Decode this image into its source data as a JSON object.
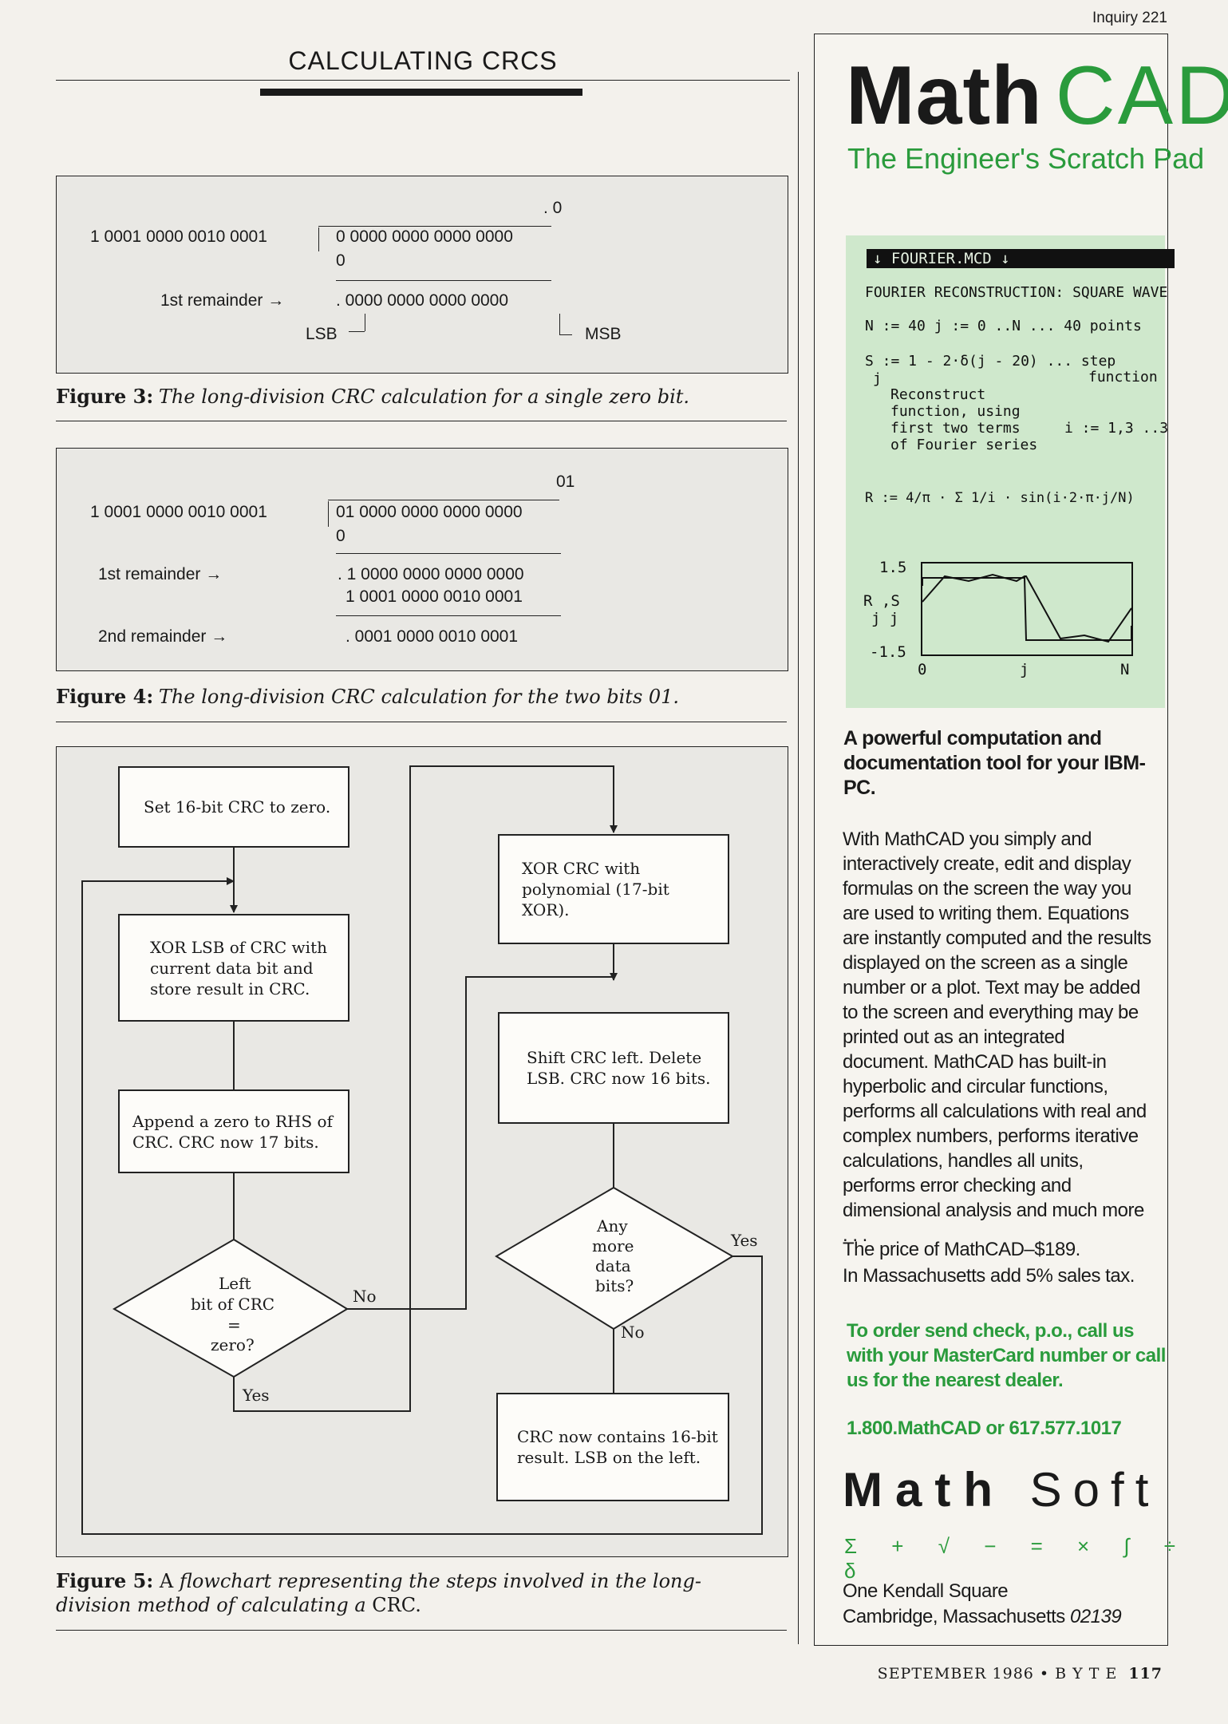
{
  "header": {
    "inquiry": "Inquiry 221",
    "title": "CALCULATING CRCS"
  },
  "fig3": {
    "quotient": ". 0",
    "divisor": "1 0001 0000 0010 0001",
    "dividend": "0 0000 0000 0000 0000",
    "sub": "0",
    "remainder_label": "1st remainder →",
    "remainder": ". 0000 0000 0000 0000",
    "lsb": "LSB",
    "msb": "MSB",
    "caption_label": "Figure 3:",
    "caption_text": "The long-division CRC calculation for a single zero bit."
  },
  "fig4": {
    "quotient": "01",
    "divisor": "1 0001 0000 0010 0001",
    "dividend": "01 0000 0000 0000 0000",
    "sub": "0",
    "rem1_label": "1st remainder →",
    "rem1": ". 1 0000 0000 0000 0000",
    "rem1_sub": "1 0001 0000 0010 0001",
    "rem2_label": "2nd remainder →",
    "rem2": ". 0001 0000 0010 0001",
    "caption_label": "Figure 4:",
    "caption_text": "The long-division CRC calculation for the two bits 01."
  },
  "fig5": {
    "box1": "Set 16-bit CRC to zero.",
    "box2": "XOR LSB of CRC with current data bit and store result in CRC.",
    "box3": "Append a zero to RHS of CRC. CRC now 17 bits.",
    "diamond1_l1": "Left",
    "diamond1_l2": "bit of CRC",
    "diamond1_l3": "=",
    "diamond1_l4": "zero?",
    "no1": "No",
    "yes1": "Yes",
    "box4": "XOR CRC with polynomial (17-bit XOR).",
    "box5": "Shift CRC left. Delete LSB. CRC now 16 bits.",
    "diamond2_l1": "Any",
    "diamond2_l2": "more",
    "diamond2_l3": "data",
    "diamond2_l4": "bits?",
    "yes2": "Yes",
    "no2": "No",
    "box6": "CRC now contains 16-bit result. LSB on the left.",
    "caption_label": "Figure 5:",
    "caption_a": "A",
    "caption_text": "flowchart representing the steps involved in the long-division method of calculating a",
    "caption_b": "CRC."
  },
  "ad": {
    "brand_a": "Math",
    "brand_b": "CAD",
    "tagline": "The Engineer's Scratch Pad",
    "screen": {
      "title": "↓ FOURIER.MCD ↓",
      "line1": "FOURIER RECONSTRUCTION: SQUARE WAVE",
      "line2": "N := 40   j := 0 ..N   ... 40 points",
      "line3": "S  := 1 - 2·δ(j - 20)  ... step",
      "line3_sub": "j",
      "line3b": "function",
      "note1": "Reconstruct",
      "note2": "function, using",
      "note3": "first two terms",
      "note4": "of Fourier series",
      "irange": "i := 1,3 ..3",
      "formula": "R  := 4/π · Σ 1/i · sin(i·2·π·j/N)",
      "ymax": "1.5",
      "ymin": "-1.5",
      "ylabel": "R ,S",
      "ylabel_sub": "j  j",
      "x0": "0",
      "xj": "j",
      "xN": "N",
      "plot_color": "#111111"
    },
    "headline": "A powerful computation and documentation tool for your IBM-PC.",
    "body": "With MathCAD you simply and interactively create, edit and display formulas on the screen the way you are used to writing them. Equations are instantly computed and the results displayed on the screen as a single number or a plot. Text may be added to the screen and everything may be printed out as an integrated document. MathCAD has built-in hyperbolic and circular functions, performs all calculations with real and complex numbers, performs iterative calculations, handles all units, performs error checking and dimensional analysis and much more . . .",
    "price1": "The price of MathCAD–$189.",
    "price2": "In Massachusetts add 5% sales tax.",
    "order": "To order send check, p.o., call us with your MasterCard number or call us for the nearest dealer.",
    "phone": "1.800.MathCAD or 617.577.1017",
    "ms_a": "Math",
    "ms_b": "Soft",
    "symbols": "Σ + √ − = × ∫ ÷ δ",
    "addr1": "One Kendall Square",
    "addr2_a": "Cambridge, Massachusetts",
    "addr2_b": "02139",
    "green": "#2a9b3c"
  },
  "footer": {
    "issue": "SEPTEMBER 1986 • B Y T E",
    "page": "117"
  }
}
